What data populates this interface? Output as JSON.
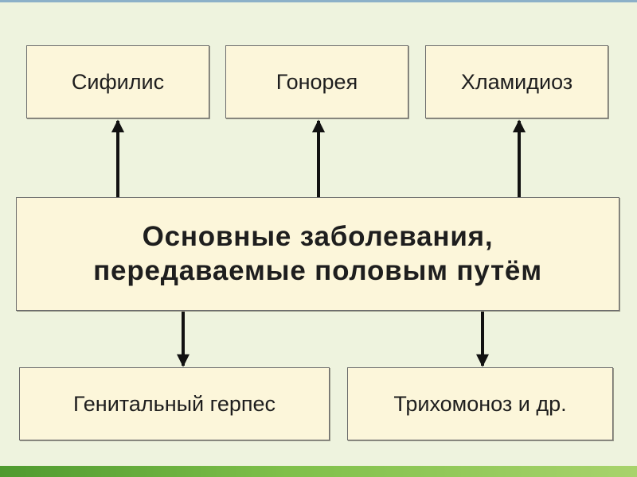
{
  "diagram": {
    "center": {
      "line1": "Основные заболевания,",
      "line2": "передаваемые половым путём"
    },
    "top_items": [
      {
        "label": "Сифилис"
      },
      {
        "label": "Гонорея"
      },
      {
        "label": "Хламидиоз"
      }
    ],
    "bottom_items": [
      {
        "label": "Генитальный герпес"
      },
      {
        "label": "Трихомоноз и др."
      }
    ]
  },
  "colors": {
    "background": "#eef3de",
    "box_fill": "#fcf6da",
    "box_border": "#6c6c6c",
    "arrow": "#111111",
    "bottom_band": "#6fb43f"
  }
}
